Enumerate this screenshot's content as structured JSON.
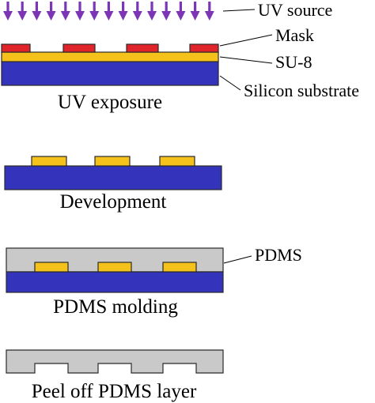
{
  "colors": {
    "uv_arrow": "#7b35b5",
    "mask": "#e0242a",
    "su8": "#f5c21b",
    "silicon": "#3333bb",
    "pdms": "#c9c9c9",
    "outline": "#2a2a2a"
  },
  "labels": {
    "uv_source": "UV source",
    "mask": "Mask",
    "su8": "SU-8",
    "silicon_substrate": "Silicon substrate",
    "pdms": "PDMS"
  },
  "steps": {
    "uv_exposure": "UV exposure",
    "development": "Development",
    "pdms_molding": "PDMS molding",
    "peel_off": "Peel off PDMS layer"
  },
  "uv_arrow_count": 15
}
